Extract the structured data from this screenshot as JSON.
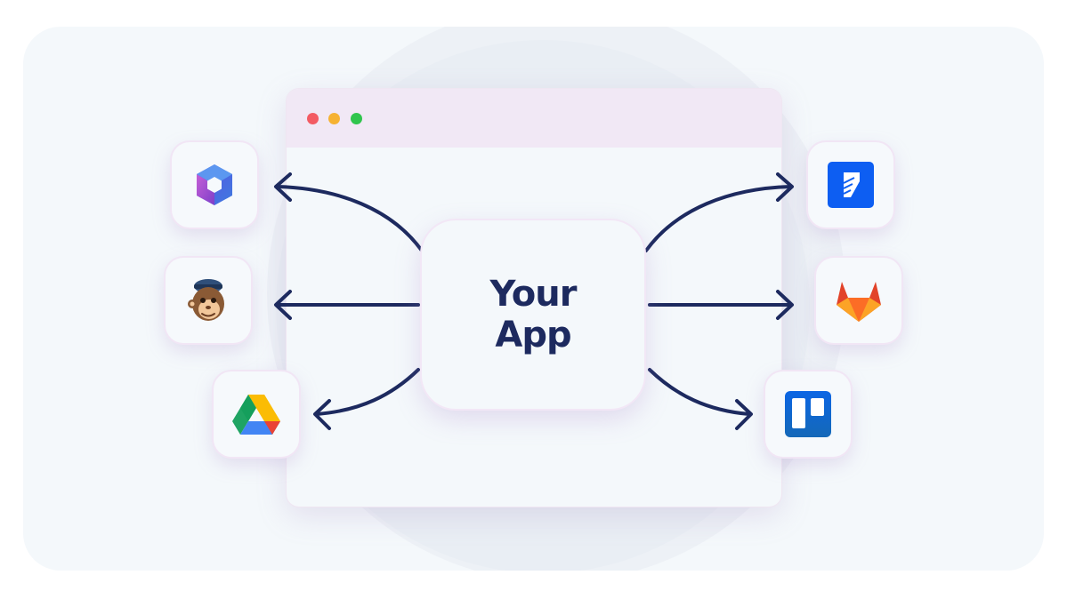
{
  "center": {
    "title": "Your App"
  },
  "window": {
    "controls": [
      "close-dot",
      "minimize-dot",
      "maximize-dot"
    ]
  },
  "integrations": {
    "left": [
      {
        "icon": "microsoft-365-icon"
      },
      {
        "icon": "mailchimp-icon"
      },
      {
        "icon": "google-drive-icon"
      }
    ],
    "right": [
      {
        "icon": "confluence-style-icon"
      },
      {
        "icon": "gitlab-icon"
      },
      {
        "icon": "trello-icon"
      }
    ]
  },
  "colors": {
    "arrow": "#1d2a5f",
    "title": "#1d2a5f",
    "panel": "#f4f8fb",
    "titlebar": "#f1e8f5",
    "close": "#f35b63",
    "minimize": "#f6b232",
    "maximize": "#30c54d"
  }
}
